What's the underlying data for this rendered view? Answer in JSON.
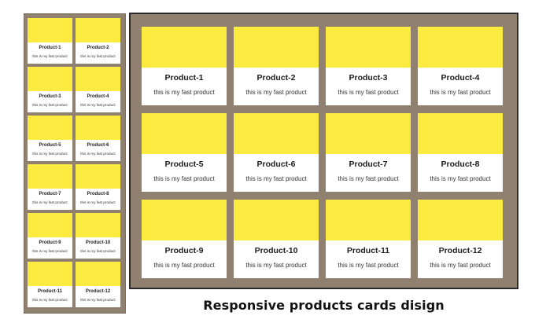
{
  "colors": {
    "frame_background": "#8f8070",
    "card_image": "#fbeb41",
    "card_body": "#ffffff"
  },
  "products": [
    {
      "title": "Product-1",
      "description": "this is my fast product"
    },
    {
      "title": "Product-2",
      "description": "this is my fast product"
    },
    {
      "title": "Product-3",
      "description": "this is my fast product"
    },
    {
      "title": "Product-4",
      "description": "this is my fast product"
    },
    {
      "title": "Product-5",
      "description": "this is my fast product"
    },
    {
      "title": "Product-6",
      "description": "this is my fast product"
    },
    {
      "title": "Product-7",
      "description": "this is my fast product"
    },
    {
      "title": "Product-8",
      "description": "this is my fast product"
    },
    {
      "title": "Product-9",
      "description": "this is my fast product"
    },
    {
      "title": "Product-10",
      "description": "this is my fast product"
    },
    {
      "title": "Product-11",
      "description": "this is my fast product"
    },
    {
      "title": "Product-12",
      "description": "this is my fast product"
    }
  ],
  "caption": "Responsive products cards disign"
}
